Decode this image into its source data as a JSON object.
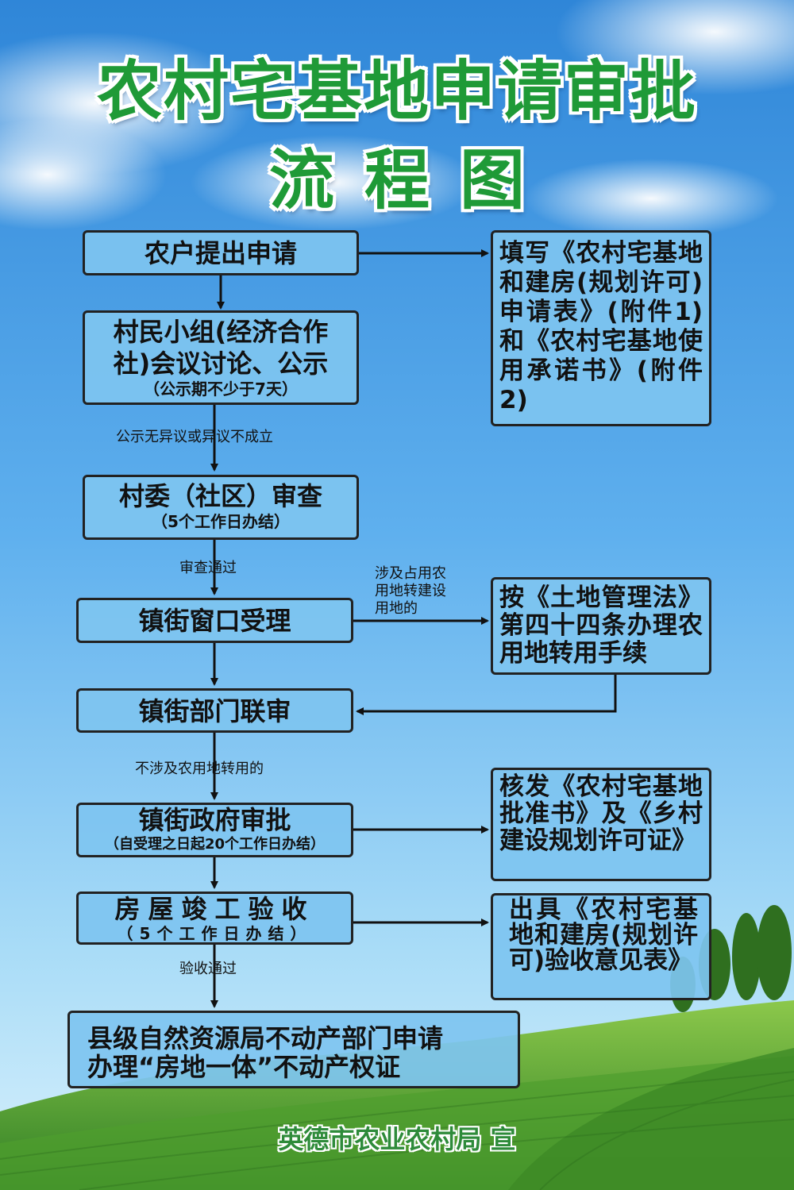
{
  "title": {
    "line1": "农村宅基地申请审批",
    "line2": "流程图"
  },
  "steps": {
    "apply": "农户提出申请",
    "meeting_line1": "村民小组(经济合作",
    "meeting_line2": "社)会议讨论、公示",
    "meeting_note": "（公示期不少于7天）",
    "village_review": "村委（社区）审查",
    "village_note": "（5个工作日办结）",
    "town_accept": "镇街窗口受理",
    "joint_review": "镇街部门联审",
    "gov_approve": "镇街政府审批",
    "gov_note": "（自受理之日起20个工作日办结）",
    "acceptance": "房屋竣工验收",
    "acceptance_note": "（5个工作日办结）",
    "final_line1": "县级自然资源局不动产部门申请",
    "final_line2": "办理“房地一体”不动产权证"
  },
  "side_boxes": {
    "form": "填写《农村宅基地和建房(规划许可)申请表》(附件1)和《农村宅基地使用承诺书》(附件2)",
    "land_law": "按《土地管理法》第四十四条办理农用地转用手续",
    "certificate": "核发《农村宅基地批准书》及《乡村建设规划许可证》",
    "opinion": "出具《农村宅基地和建房(规划许可)验收意见表》"
  },
  "labels": {
    "no_objection": "公示无异议或异议不成立",
    "review_pass": "审查通过",
    "farmland_line1": "涉及占用农",
    "farmland_line2": "用地转建设",
    "farmland_line3": "用地的",
    "no_farmland": "不涉及农用地转用的",
    "acceptance_pass": "验收通过"
  },
  "footer": "英德市农业农村局 宣",
  "colors": {
    "title_green": "#1f9a37",
    "box_fill": "#7ec4f0",
    "sky_top": "#2f86d8",
    "sky_bottom": "#bfe6fb",
    "field_green": "#3f9a2c"
  }
}
